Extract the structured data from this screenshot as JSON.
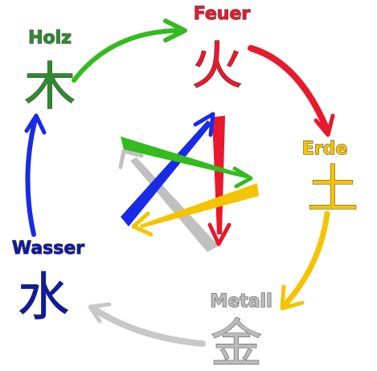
{
  "elements": [
    {
      "key": "fire",
      "name": "Feuer",
      "glyph": "火",
      "color": "#e8192c"
    },
    {
      "key": "earth",
      "name": "Erde",
      "glyph": "土",
      "color": "#f5c400"
    },
    {
      "key": "metal",
      "name": "Metall",
      "glyph": "金",
      "color": "#bbbbbb"
    },
    {
      "key": "water",
      "name": "Wasser",
      "glyph": "水",
      "color": "#0f1a9e"
    },
    {
      "key": "wood",
      "name": "Holz",
      "glyph": "木",
      "color": "#2e8b2e"
    }
  ],
  "colors": {
    "wood": "#2e8b2e",
    "wood_arrow": "#33bb1f",
    "fire": "#e8192c",
    "earth": "#f5c400",
    "metal": "#c0c0c0",
    "water_arrow": "#1a2ae6",
    "water_text": "#0f1a9e"
  }
}
